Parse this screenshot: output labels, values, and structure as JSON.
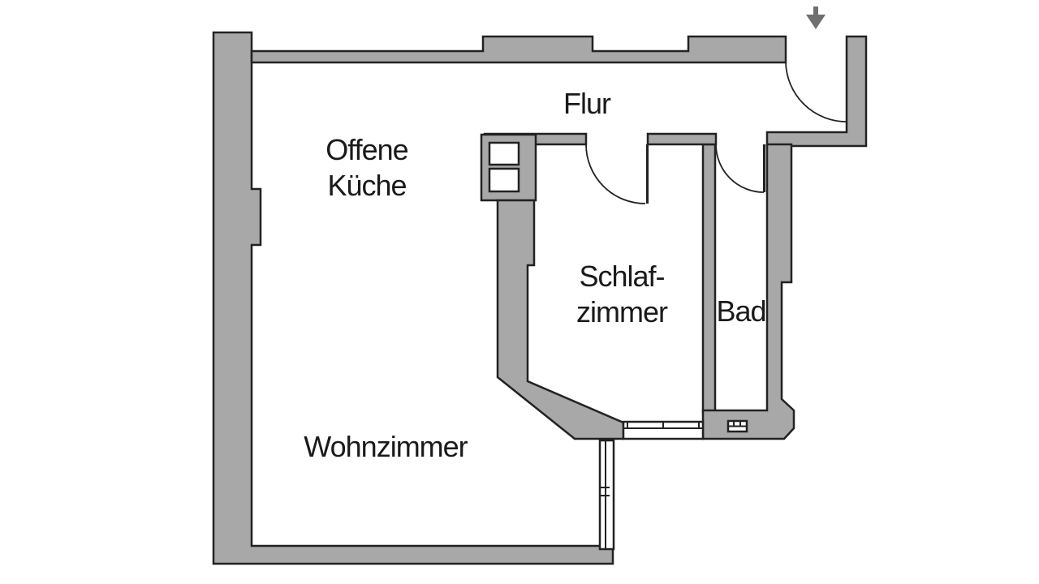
{
  "title": "Apartment floor plan",
  "colors": {
    "wall_fill": "#a8a8a8",
    "line": "#222222",
    "background": "#ffffff",
    "arrow": "#6f6f6f",
    "text": "#1a1a1a"
  },
  "rooms": {
    "hallway": {
      "label": "Flur"
    },
    "open_kitchen": {
      "label": "Offene\nKüche"
    },
    "bedroom": {
      "label": "Schlaf-\nzimmer"
    },
    "bathroom": {
      "label": "Bad"
    },
    "living_room": {
      "label": "Wohnzimmer"
    }
  },
  "icons": {
    "entrance_arrow": "down-arrow"
  }
}
